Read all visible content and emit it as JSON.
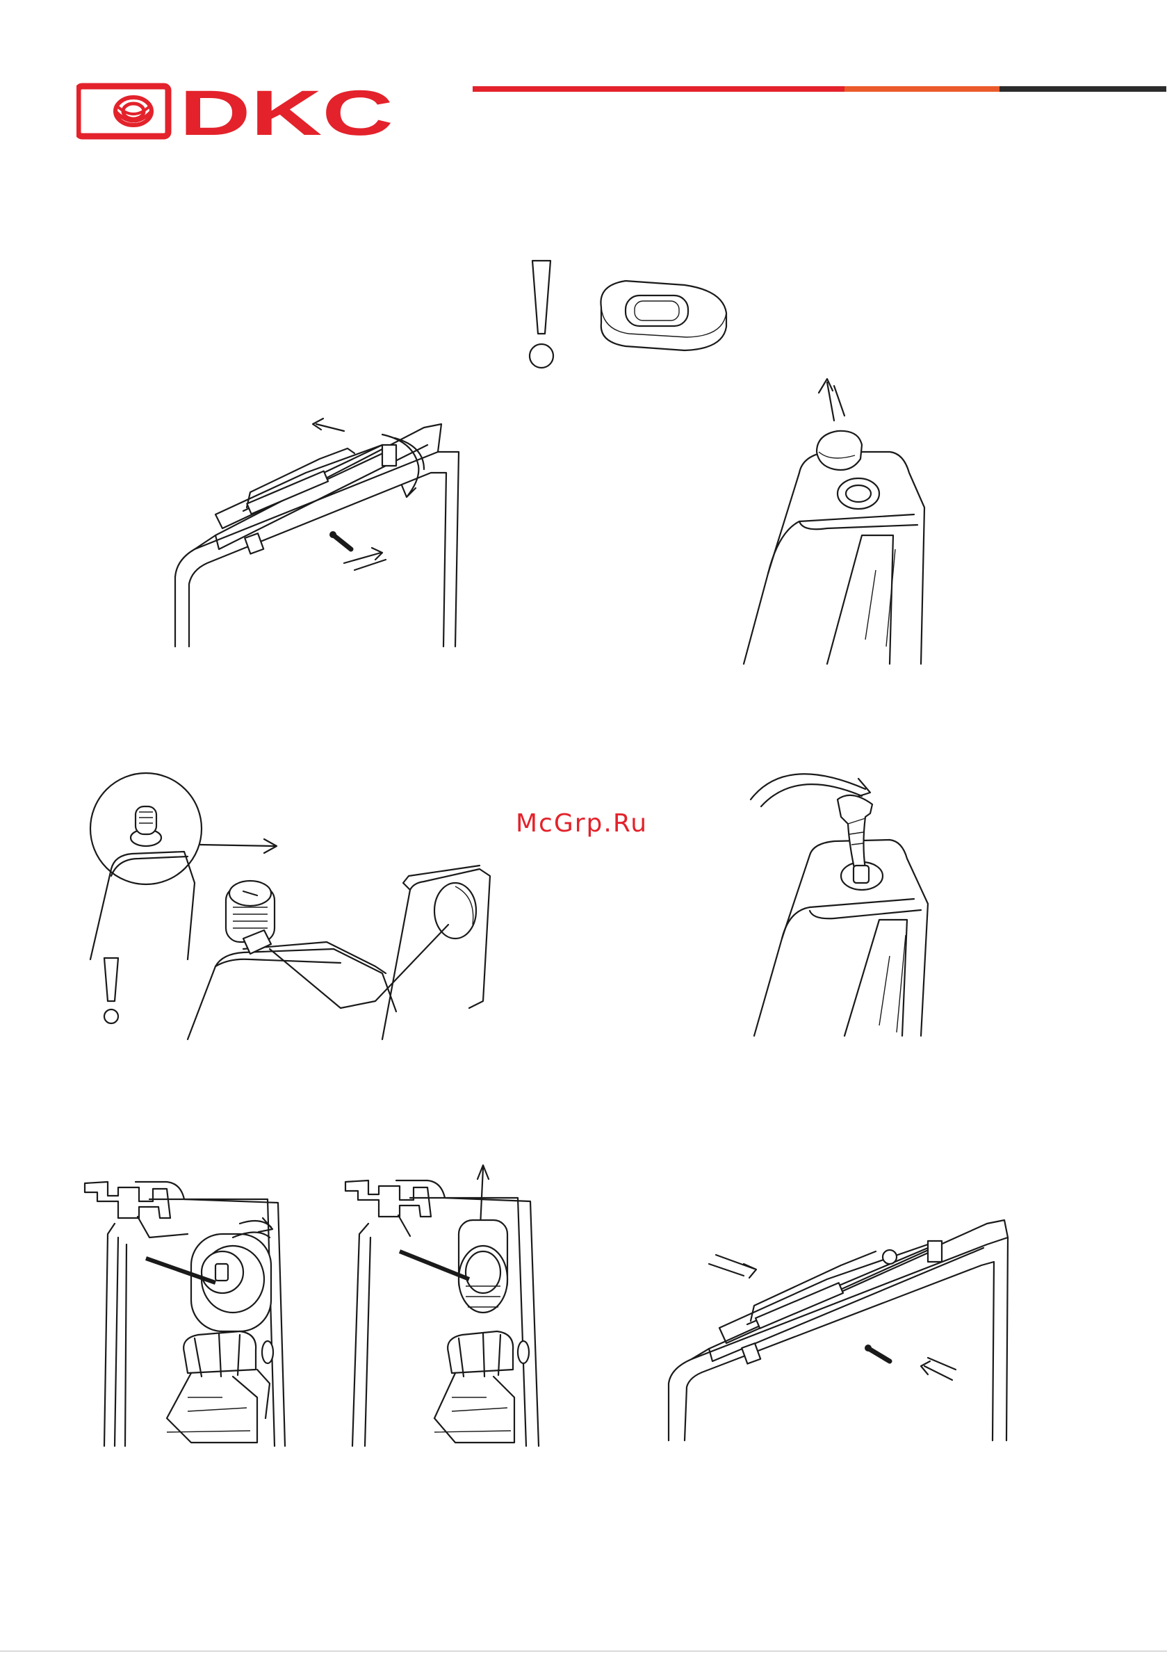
{
  "brand": {
    "name": "DKC",
    "color": "#e3222b"
  },
  "header_rule_colors": [
    "#e3222b",
    "#ea5a2a",
    "#2b2b2b"
  ],
  "watermark": {
    "text": "McGrp.Ru",
    "color": "#e3222b"
  },
  "figures": [
    {
      "name": "figure-1",
      "depicts": "lock-handle-removal"
    },
    {
      "name": "figure-2",
      "depicts": "cap-removal"
    },
    {
      "name": "figure-3",
      "depicts": "lock-cylinder-insertion"
    },
    {
      "name": "figure-4",
      "depicts": "key-turn"
    },
    {
      "name": "figure-5",
      "depicts": "cylinder-rotation"
    },
    {
      "name": "figure-6",
      "depicts": "cylinder-pull"
    },
    {
      "name": "figure-7",
      "depicts": "lock-handle-refit"
    }
  ],
  "icons": [
    "warning-icon",
    "washer-icon",
    "arrow-icon",
    "key-icon",
    "screw-icon"
  ]
}
